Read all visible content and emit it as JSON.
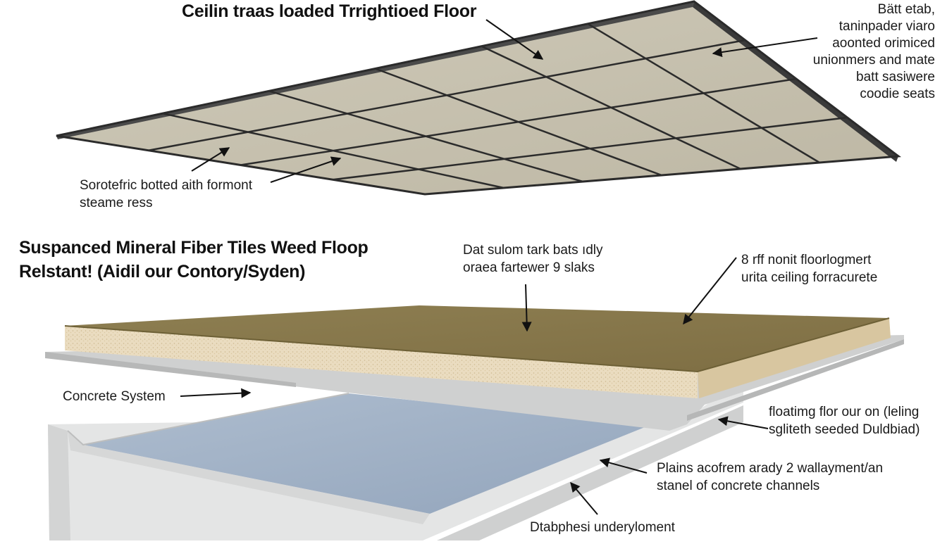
{
  "titles": {
    "top": "Ceilin traas loaded Trrightioed Floor",
    "middle_line1": "Suspanced Mineral Fiber Tiles Weed Floop",
    "middle_line2": "Relstant! (Aidil our Contory/Syden)"
  },
  "labels": {
    "top_right": [
      "Bätt etab,",
      "taninpader viaro",
      "aoonted orimiced",
      "unionmers and mate",
      "batt sasiwere",
      "coodie seats"
    ],
    "top_left": [
      "Sorotefric botted aith formont",
      "steame ress"
    ],
    "mid_center": [
      "Dat sulom tark bats ıdly",
      "oraea fartewer 9 slaks"
    ],
    "mid_right": [
      "8 rff nonit floorlogmert",
      "urita ceiling forracurete"
    ],
    "concrete": [
      "Concrete System"
    ],
    "floating": [
      "floatimg flor our on (leling",
      "sgliteth seeded Duldbiad)"
    ],
    "plains": [
      "Plains acofrem arady 2 wallayment/an",
      "stanel of concrete channels"
    ],
    "bottom": [
      "Dtabphesi underyloment"
    ]
  },
  "colors": {
    "ceiling_tile": "#c7c1b0",
    "ceiling_grid": "#2c2c2c",
    "board_top": "#8a7a4c",
    "board_side": "#e9dcc1",
    "concrete": "#e2e3e3",
    "membrane": "#9fb0c5"
  }
}
